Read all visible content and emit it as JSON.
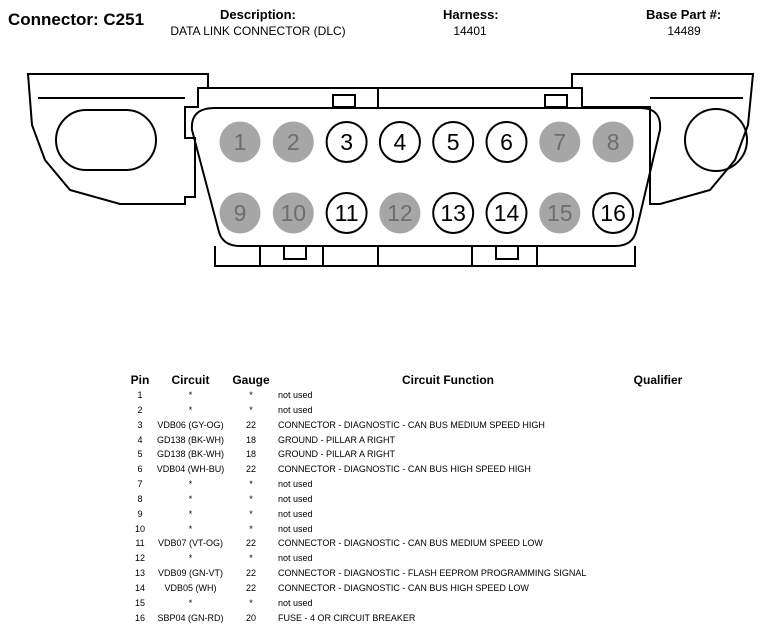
{
  "header": {
    "connector": "Connector: C251",
    "description_label": "Description:",
    "description_value": "DATA LINK CONNECTOR (DLC)",
    "harness_label": "Harness:",
    "harness_value": "14401",
    "base_part_label": "Base Part #:",
    "base_part_value": "14489"
  },
  "colors": {
    "unused_pin_fill": "#a6a6a6",
    "used_pin_fill": "#ffffff",
    "outline": "#000000"
  },
  "pins_top": [
    {
      "num": "1",
      "used": false
    },
    {
      "num": "2",
      "used": false
    },
    {
      "num": "3",
      "used": true
    },
    {
      "num": "4",
      "used": true
    },
    {
      "num": "5",
      "used": true
    },
    {
      "num": "6",
      "used": true
    },
    {
      "num": "7",
      "used": false
    },
    {
      "num": "8",
      "used": false
    }
  ],
  "pins_bottom": [
    {
      "num": "9",
      "used": false
    },
    {
      "num": "10",
      "used": false
    },
    {
      "num": "11",
      "used": true
    },
    {
      "num": "12",
      "used": false
    },
    {
      "num": "13",
      "used": true
    },
    {
      "num": "14",
      "used": true
    },
    {
      "num": "15",
      "used": false
    },
    {
      "num": "16",
      "used": true
    }
  ],
  "table": {
    "headers": {
      "pin": "Pin",
      "circuit": "Circuit",
      "gauge": "Gauge",
      "function": "Circuit Function",
      "qualifier": "Qualifier"
    },
    "rows": [
      {
        "pin": "1",
        "circuit": "*",
        "gauge": "*",
        "function": "not used",
        "qualifier": ""
      },
      {
        "pin": "2",
        "circuit": "*",
        "gauge": "*",
        "function": "not used",
        "qualifier": ""
      },
      {
        "pin": "3",
        "circuit": "VDB06 (GY-OG)",
        "gauge": "22",
        "function": "CONNECTOR - DIAGNOSTIC - CAN BUS MEDIUM SPEED HIGH",
        "qualifier": ""
      },
      {
        "pin": "4",
        "circuit": "GD138 (BK-WH)",
        "gauge": "18",
        "function": "GROUND - PILLAR A RIGHT",
        "qualifier": ""
      },
      {
        "pin": "5",
        "circuit": "GD138 (BK-WH)",
        "gauge": "18",
        "function": "GROUND - PILLAR A RIGHT",
        "qualifier": ""
      },
      {
        "pin": "6",
        "circuit": "VDB04 (WH-BU)",
        "gauge": "22",
        "function": "CONNECTOR - DIAGNOSTIC - CAN BUS HIGH SPEED HIGH",
        "qualifier": ""
      },
      {
        "pin": "7",
        "circuit": "*",
        "gauge": "*",
        "function": "not used",
        "qualifier": ""
      },
      {
        "pin": "8",
        "circuit": "*",
        "gauge": "*",
        "function": "not used",
        "qualifier": ""
      },
      {
        "pin": "9",
        "circuit": "*",
        "gauge": "*",
        "function": "not used",
        "qualifier": ""
      },
      {
        "pin": "10",
        "circuit": "*",
        "gauge": "*",
        "function": "not used",
        "qualifier": ""
      },
      {
        "pin": "11",
        "circuit": "VDB07 (VT-OG)",
        "gauge": "22",
        "function": "CONNECTOR - DIAGNOSTIC - CAN BUS MEDIUM SPEED LOW",
        "qualifier": ""
      },
      {
        "pin": "12",
        "circuit": "*",
        "gauge": "*",
        "function": "not used",
        "qualifier": ""
      },
      {
        "pin": "13",
        "circuit": "VDB09 (GN-VT)",
        "gauge": "22",
        "function": "CONNECTOR - DIAGNOSTIC - FLASH EEPROM PROGRAMMING SIGNAL",
        "qualifier": ""
      },
      {
        "pin": "14",
        "circuit": "VDB05 (WH)",
        "gauge": "22",
        "function": "CONNECTOR - DIAGNOSTIC - CAN BUS HIGH SPEED LOW",
        "qualifier": ""
      },
      {
        "pin": "15",
        "circuit": "*",
        "gauge": "*",
        "function": "not used",
        "qualifier": ""
      },
      {
        "pin": "16",
        "circuit": "SBP04 (GN-RD)",
        "gauge": "20",
        "function": "FUSE - 4 OR CIRCUIT BREAKER",
        "qualifier": ""
      }
    ]
  }
}
